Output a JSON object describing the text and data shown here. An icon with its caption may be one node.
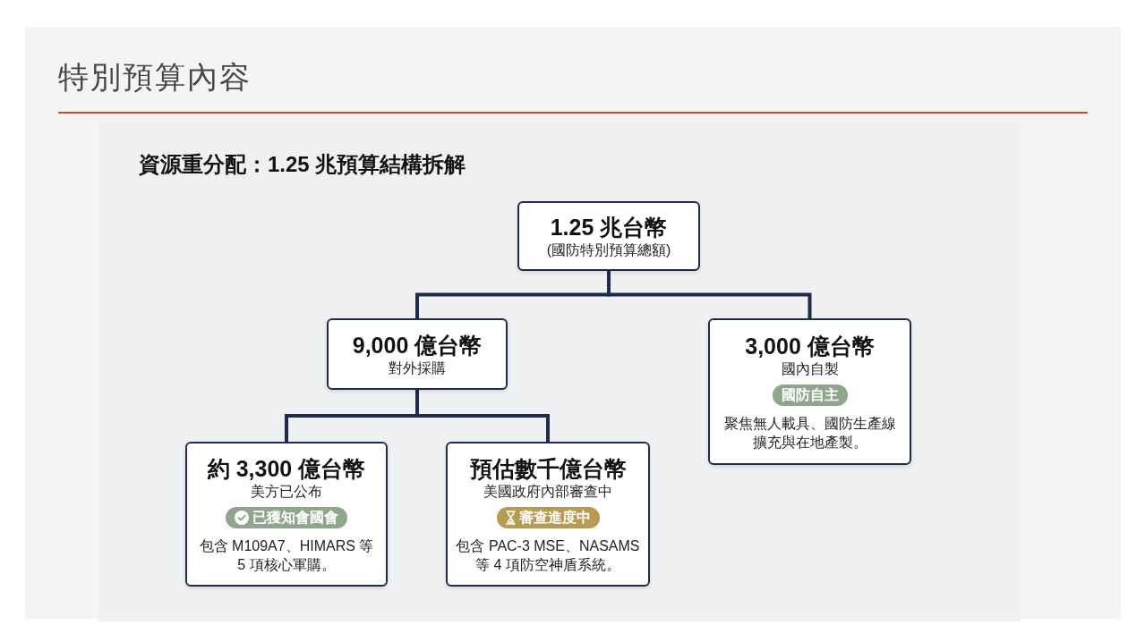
{
  "diagram": {
    "title": "特別預算內容",
    "nodes": [
      {
        "text": [
          "1.25 兆台幣",
          "(國防特別預算總額)"
        ]
      },
      {
        "text": [
          "9,000 億台幣",
          "對外採購"
        ]
      },
      {
        "text": [
          "3,000 億台幣",
          "國內自製",
          "聚焦無人載具、國防生產線擴充與在地產製。"
        ]
      },
      {
        "text": [
          "國防自主"
        ],
        "in": 2
      },
      {
        "text": [
          "約 3,300 億台幣",
          "美方已公布",
          "包含 M109A7、HIMARS 等 5 項核心軍購。"
        ]
      },
      {
        "text": [
          "已獲知會國會"
        ],
        "in": 4
      },
      {
        "text": [
          "預估數千億台幣",
          "美國政府內部審查中",
          "包含 PAC-3 MSE、NASAMS 等 4 項防空神盾系統。"
        ]
      },
      {
        "text": [
          "審查進度中"
        ],
        "in": 6
      }
    ],
    "edges": [
      {
        "from": 0,
        "to": 1,
        "arrow": "none"
      },
      {
        "from": 0,
        "to": 2,
        "arrow": "none"
      },
      {
        "from": 1,
        "to": 4,
        "arrow": "none"
      },
      {
        "from": 1,
        "to": 6,
        "arrow": "none"
      }
    ],
    "labels": [
      "資源重分配：1.25 兆預算結構拆解"
    ]
  }
}
